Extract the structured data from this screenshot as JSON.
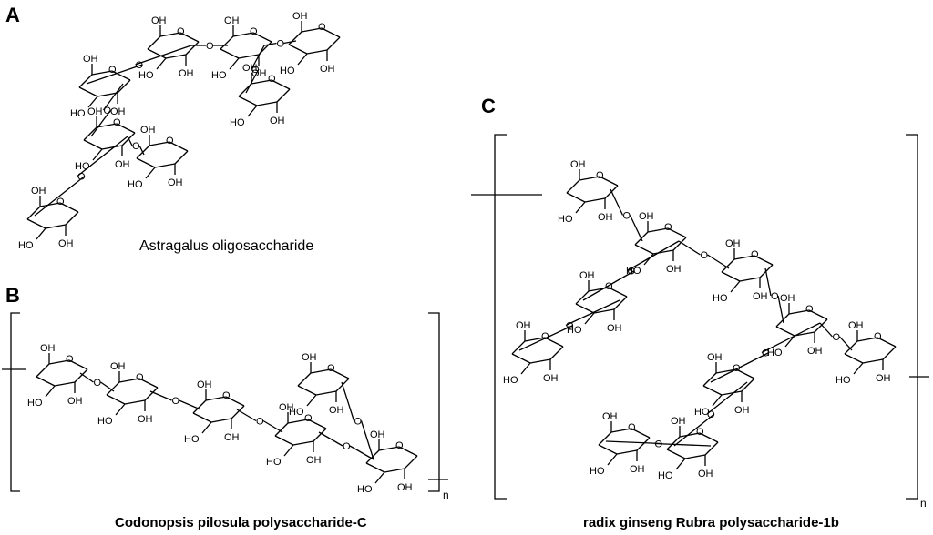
{
  "panels": [
    {
      "letter": "A",
      "caption": "Astragalus oligosaccharide"
    },
    {
      "letter": "B",
      "caption": "Codonopsis pilosula polysaccharide-C",
      "repeat_label": "n"
    },
    {
      "letter": "C",
      "caption": "radix ginseng Rubra polysaccharide-1b",
      "repeat_label": "n"
    }
  ],
  "atom_labels": {
    "hydroxyl": "OH",
    "hydroxyl_left": "HO",
    "oxygen": "O"
  }
}
